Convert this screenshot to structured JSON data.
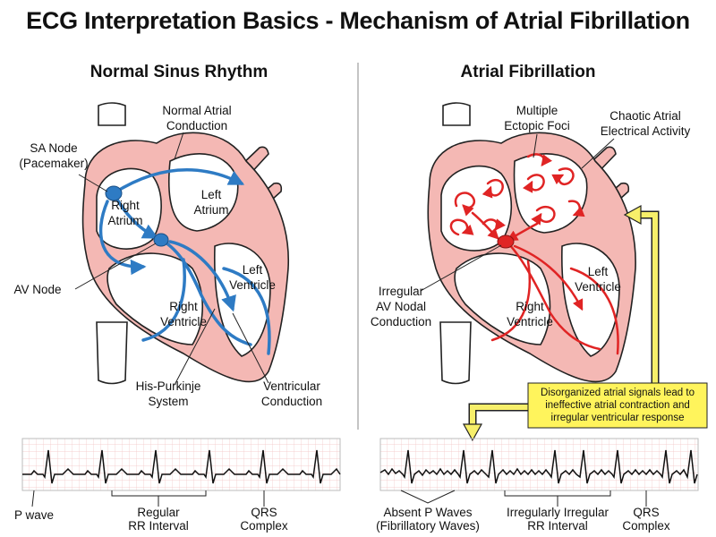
{
  "title": "ECG Interpretation Basics - Mechanism of Atrial Fibrillation",
  "left_panel": {
    "title": "Normal Sinus Rhythm",
    "labels": {
      "normal_atrial_conduction_1": "Normal Atrial",
      "normal_atrial_conduction_2": "Conduction",
      "sa_node_1": "SA Node",
      "sa_node_2": "(Pacemaker)",
      "left_atrium_1": "Left",
      "left_atrium_2": "Atrium",
      "right_atrium_1": "Right",
      "right_atrium_2": "Atrium",
      "av_node": "AV Node",
      "left_ventricle_1": "Left",
      "left_ventricle_2": "Ventricle",
      "right_ventricle_1": "Right",
      "right_ventricle_2": "Ventricle",
      "his_purkinje_1": "His-Purkinje",
      "his_purkinje_2": "System",
      "ventricular_conduction_1": "Ventricular",
      "ventricular_conduction_2": "Conduction"
    },
    "ecg_labels": {
      "p_wave": "P wave",
      "regular_1": "Regular",
      "regular_2": "RR Interval",
      "qrs_1": "QRS",
      "qrs_2": "Complex"
    }
  },
  "right_panel": {
    "title": "Atrial Fibrillation",
    "labels": {
      "multiple_foci_1": "Multiple",
      "multiple_foci_2": "Ectopic Foci",
      "chaotic_1": "Chaotic Atrial",
      "chaotic_2": "Electrical Activity",
      "irregular_av_1": "Irregular",
      "irregular_av_2": "AV Nodal",
      "irregular_av_3": "Conduction",
      "left_ventricle_1": "Left",
      "left_ventricle_2": "Ventricle",
      "right_ventricle_1": "Right",
      "right_ventricle_2": "Ventricle"
    },
    "callout": {
      "line1": "Disorganized atrial signals lead to",
      "line2": "ineffective atrial contraction and",
      "line3": "irregular ventricular response"
    },
    "ecg_labels": {
      "absent_p_1": "Absent P Waves",
      "absent_p_2": "(Fibrillatory Waves)",
      "irregular_1": "Irregularly Irregular",
      "irregular_2": "RR Interval",
      "qrs_1": "QRS",
      "qrs_2": "Complex"
    }
  },
  "colors": {
    "myocardium": "#f4b8b4",
    "chamber": "#ffffff",
    "conduction_normal": "#2e7bc4",
    "conduction_af": "#e02424",
    "ecg_grid": "#f2c4c4",
    "callout_fill": "#fff45c",
    "callout_arrow": "#f7ef6a"
  }
}
